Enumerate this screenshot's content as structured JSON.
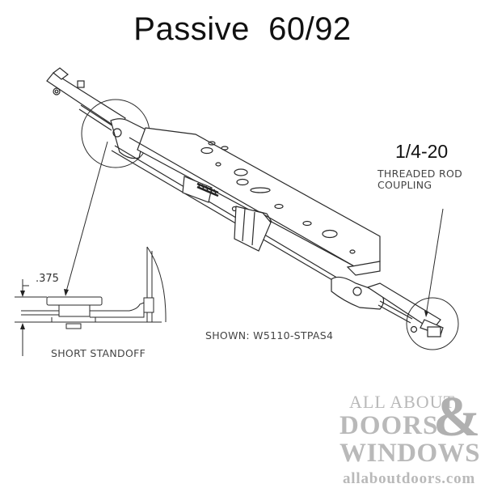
{
  "title": "Passive  60/92",
  "callouts": {
    "spec": "1/4-20",
    "threaded_rod_line1": "THREADED ROD",
    "threaded_rod_line2": "COUPLING",
    "dimension": ".375",
    "short_standoff": "SHORT STANDOFF",
    "shown": "SHOWN: W5110-STPAS4"
  },
  "watermark": {
    "line1": "ALL ABOUT",
    "line2": "DOORS",
    "ampersand": "&",
    "line3": "WINDOWS",
    "url": "allaboutdoors.com",
    "color": "#b9b9b9"
  },
  "colors": {
    "line": "#2a2a2a",
    "text": "#111111",
    "label": "#444444"
  }
}
